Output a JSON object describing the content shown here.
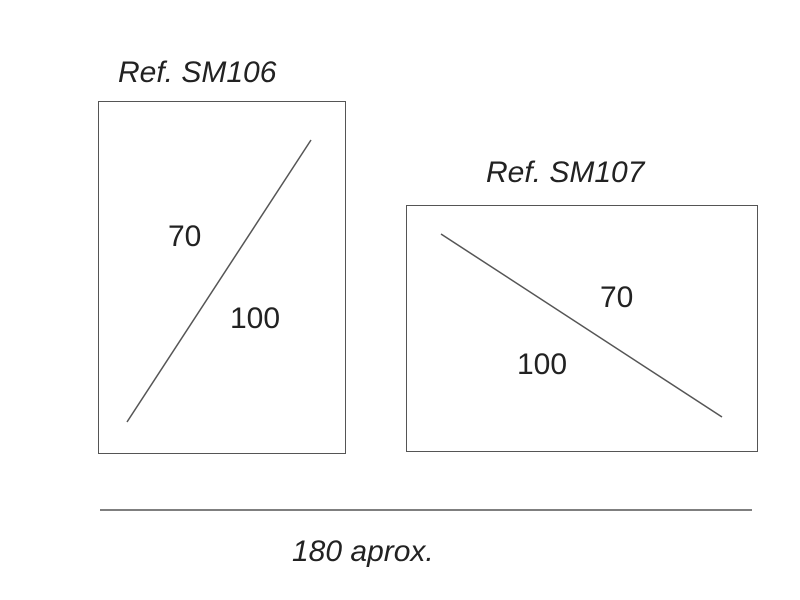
{
  "panels": [
    {
      "ref": "Ref. SM106",
      "dim_a": "70",
      "dim_b": "100"
    },
    {
      "ref": "Ref. SM107",
      "dim_a": "70",
      "dim_b": "100"
    }
  ],
  "total": {
    "label": "180 aprox."
  },
  "colors": {
    "stroke": "#555555",
    "text": "#222222"
  }
}
